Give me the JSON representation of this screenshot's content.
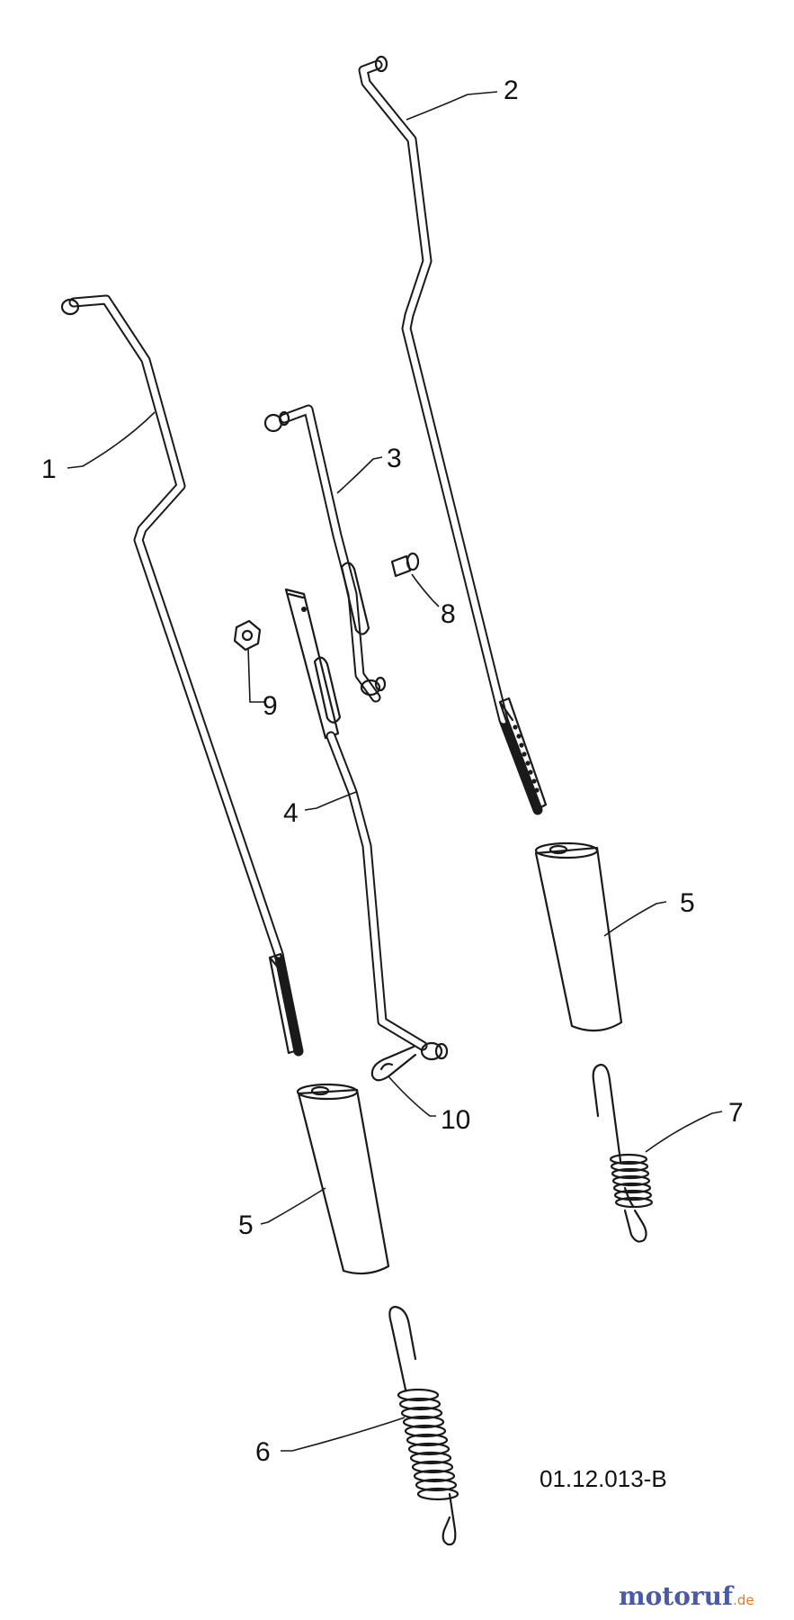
{
  "diagram": {
    "callouts": [
      {
        "id": "c1",
        "label": "1"
      },
      {
        "id": "c2",
        "label": "2"
      },
      {
        "id": "c3",
        "label": "3"
      },
      {
        "id": "c4",
        "label": "4"
      },
      {
        "id": "c5a",
        "label": "5"
      },
      {
        "id": "c5b",
        "label": "5"
      },
      {
        "id": "c6",
        "label": "6"
      },
      {
        "id": "c7",
        "label": "7"
      },
      {
        "id": "c8",
        "label": "8"
      },
      {
        "id": "c9",
        "label": "9"
      },
      {
        "id": "c10",
        "label": "10"
      }
    ],
    "reference_code": "01.12.013-B"
  },
  "watermark": {
    "brand": "motoruf",
    "suffix": ".de",
    "brand_color": "#4a5aa8",
    "accent_color": "#e07a1f"
  }
}
